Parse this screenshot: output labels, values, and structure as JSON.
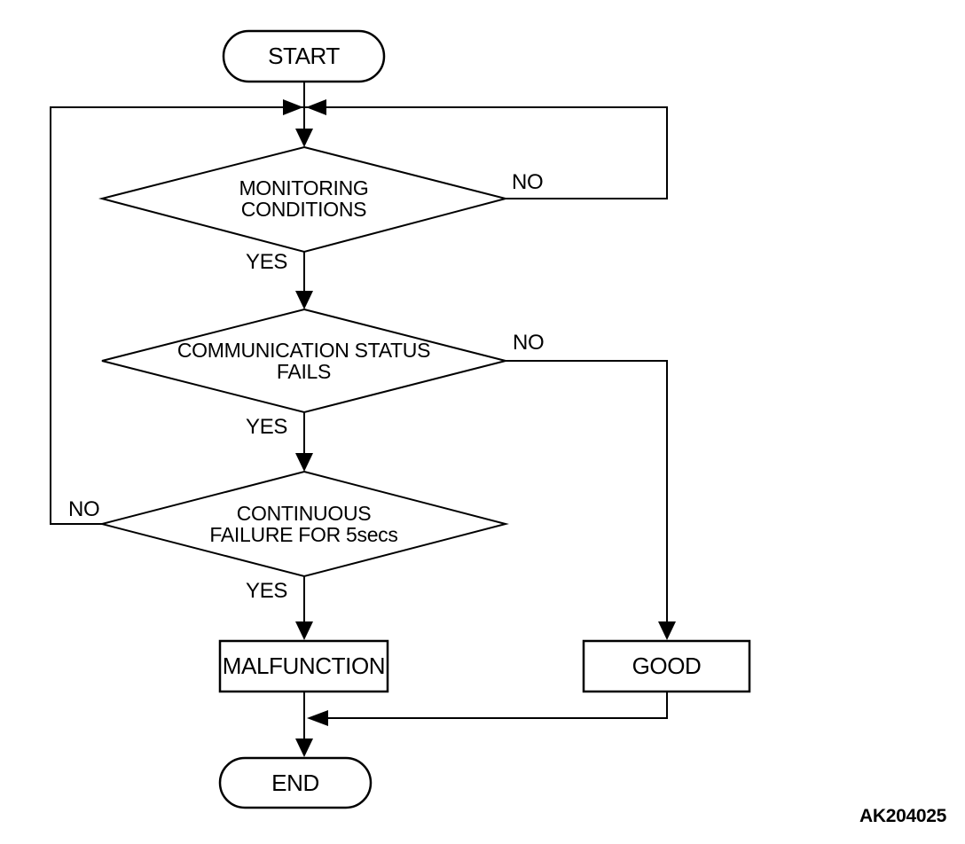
{
  "flowchart": {
    "start": {
      "label": "START"
    },
    "decisions": [
      {
        "lines": [
          "MONITORING",
          "CONDITIONS"
        ],
        "yes_label": "YES",
        "no_label": "NO"
      },
      {
        "lines": [
          "COMMUNICATION STATUS",
          "FAILS"
        ],
        "yes_label": "YES",
        "no_label": "NO"
      },
      {
        "lines": [
          "CONTINUOUS",
          "FAILURE FOR 5secs"
        ],
        "yes_label": "YES",
        "no_label": "NO"
      }
    ],
    "outcomes": {
      "malfunction": {
        "label": "MALFUNCTION"
      },
      "good": {
        "label": "GOOD"
      }
    },
    "end": {
      "label": "END"
    },
    "figure_code": "AK204025",
    "colors": {
      "line": "#000000",
      "background": "#ffffff"
    }
  }
}
